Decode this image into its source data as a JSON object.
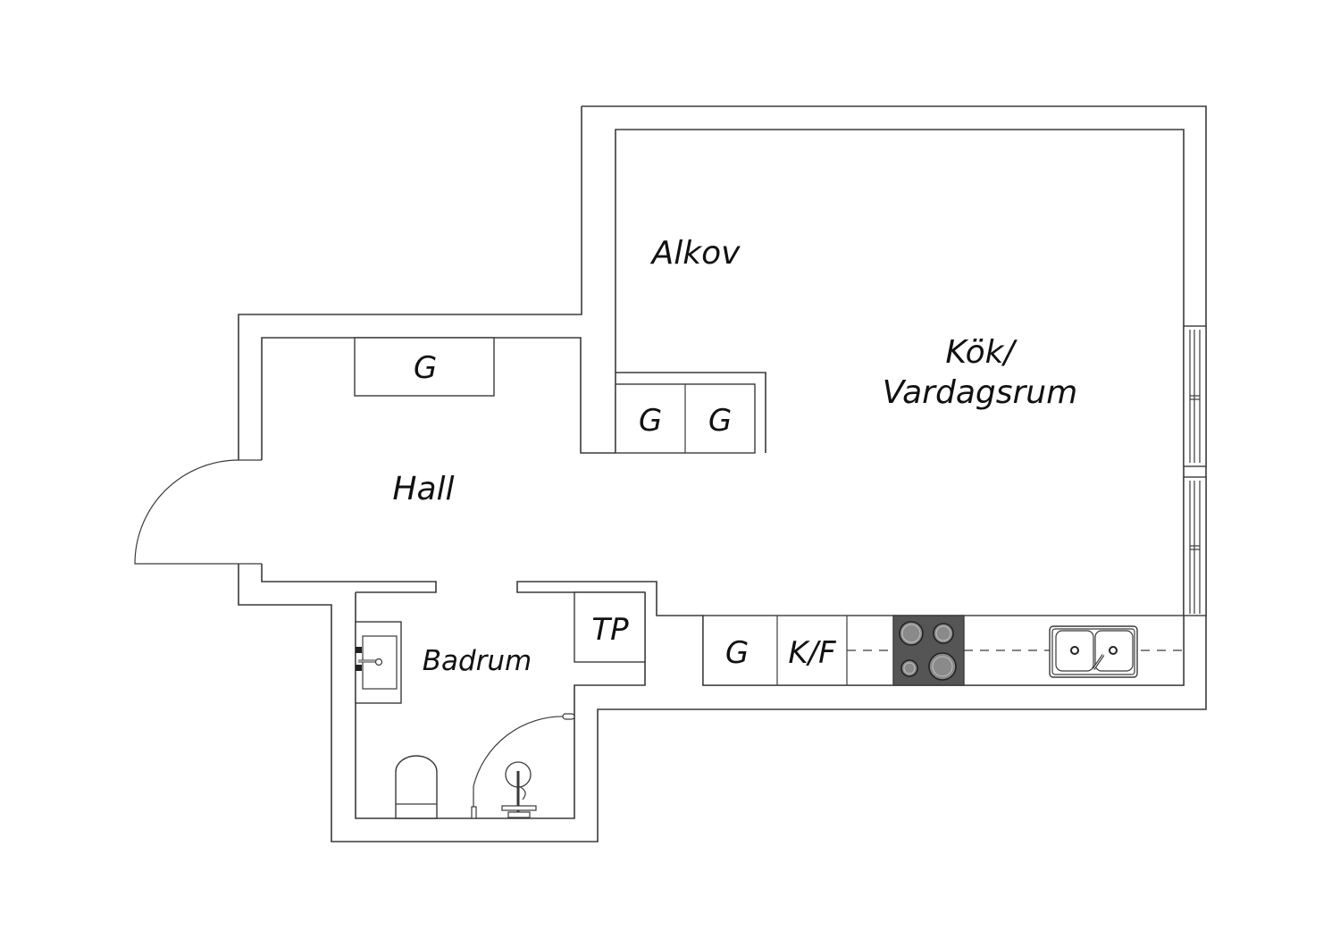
{
  "plan": {
    "rooms": {
      "alkov": "Alkov",
      "kok_line1": "Kök/",
      "kok_line2": "Vardagsrum",
      "hall": "Hall",
      "badrum": "Badrum"
    },
    "fixtures": {
      "hall_wardrobe": "G",
      "alkov_wardrobe_1": "G",
      "alkov_wardrobe_2": "G",
      "laundry": "TP",
      "kitchen_cabinet": "G",
      "fridge_freezer": "K/F"
    },
    "colors": {
      "line": "#3a3a3a",
      "hob": "#555555",
      "hob_ring": "#8a8a8a",
      "background": "#ffffff"
    }
  }
}
